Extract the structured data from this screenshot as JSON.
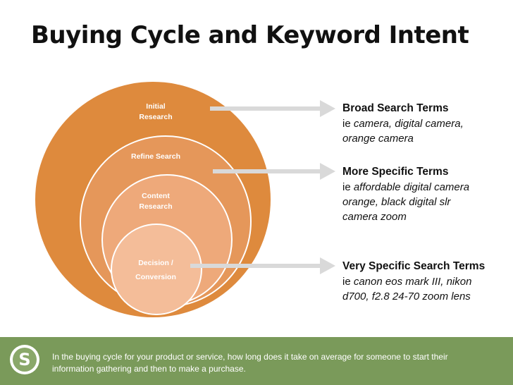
{
  "title": "Buying Cycle and Keyword Intent",
  "colors": {
    "circle_outer": "#de8a3d",
    "circle_2": "#e5975a",
    "circle_3": "#eea97a",
    "circle_inner": "#f4bd99",
    "arrow": "#d9d9d9",
    "footer": "#7a9a5a"
  },
  "stages": [
    {
      "label_line1": "Initial",
      "label_line2": "Research"
    },
    {
      "label": "Refine Search"
    },
    {
      "label_line1": "Content",
      "label_line2": "Research"
    },
    {
      "label_line1": "Decision /",
      "label_line2": "Conversion"
    }
  ],
  "terms": [
    {
      "heading": "Broad Search Terms",
      "prefix": "ie ",
      "examples": "camera, digital camera, orange camera"
    },
    {
      "heading": "More Specific Terms",
      "prefix": "ie ",
      "examples": "affordable digital camera orange, black digital slr camera zoom"
    },
    {
      "heading": "Very Specific Search Terms",
      "prefix": "ie ",
      "examples": "canon eos mark III, nikon d700, f2.8 24-70 zoom lens"
    }
  ],
  "footer": {
    "logo_icon": "s-logo-icon",
    "logo_letter": "S",
    "text": "In the buying cycle for your product or service, how long does it take on average for someone to start their information gathering and then to make a purchase."
  }
}
